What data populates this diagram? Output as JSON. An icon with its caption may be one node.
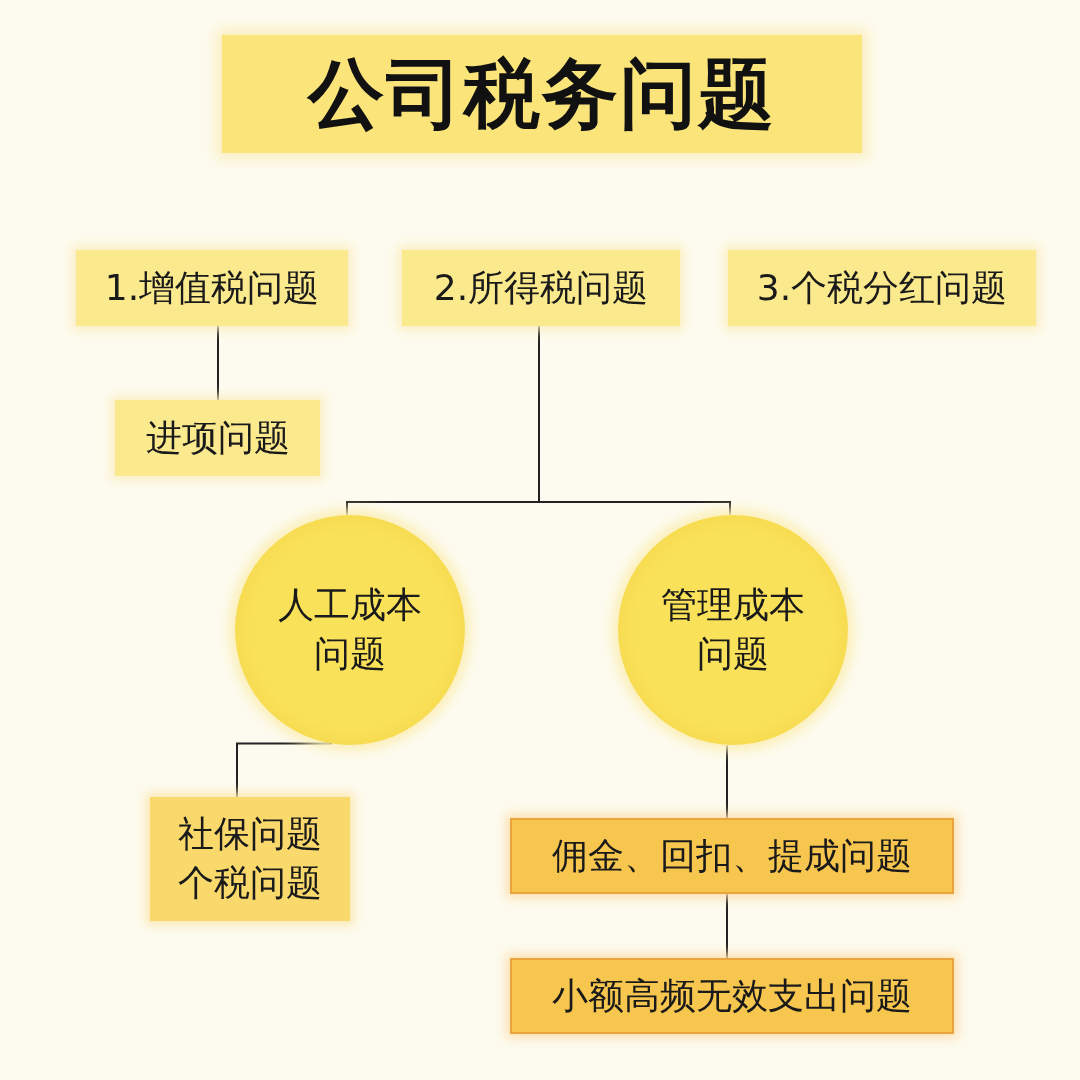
{
  "diagram": {
    "title": "公司税务问题",
    "nodes": [
      {
        "text": [
          "1.增值税问题"
        ]
      },
      {
        "text": [
          "2.所得税问题"
        ]
      },
      {
        "text": [
          "3.个税分红问题"
        ]
      },
      {
        "text": [
          "进项问题"
        ]
      },
      {
        "text": [
          "人工成本问题"
        ]
      },
      {
        "text": [
          "管理成本问题"
        ]
      },
      {
        "text": [
          "社保问题",
          "个税问题"
        ]
      },
      {
        "text": [
          "佣金、回扣、提成问题"
        ]
      },
      {
        "text": [
          "小额高频无效支出问题"
        ]
      }
    ],
    "edges": [
      {
        "from": 0,
        "to": 3,
        "arrow": "none"
      },
      {
        "from": 1,
        "to": 4,
        "arrow": "none"
      },
      {
        "from": 1,
        "to": 5,
        "arrow": "none"
      },
      {
        "from": 4,
        "to": 6,
        "arrow": "none"
      },
      {
        "from": 5,
        "to": 7,
        "arrow": "none"
      },
      {
        "from": 7,
        "to": 8,
        "arrow": "none"
      }
    ]
  }
}
